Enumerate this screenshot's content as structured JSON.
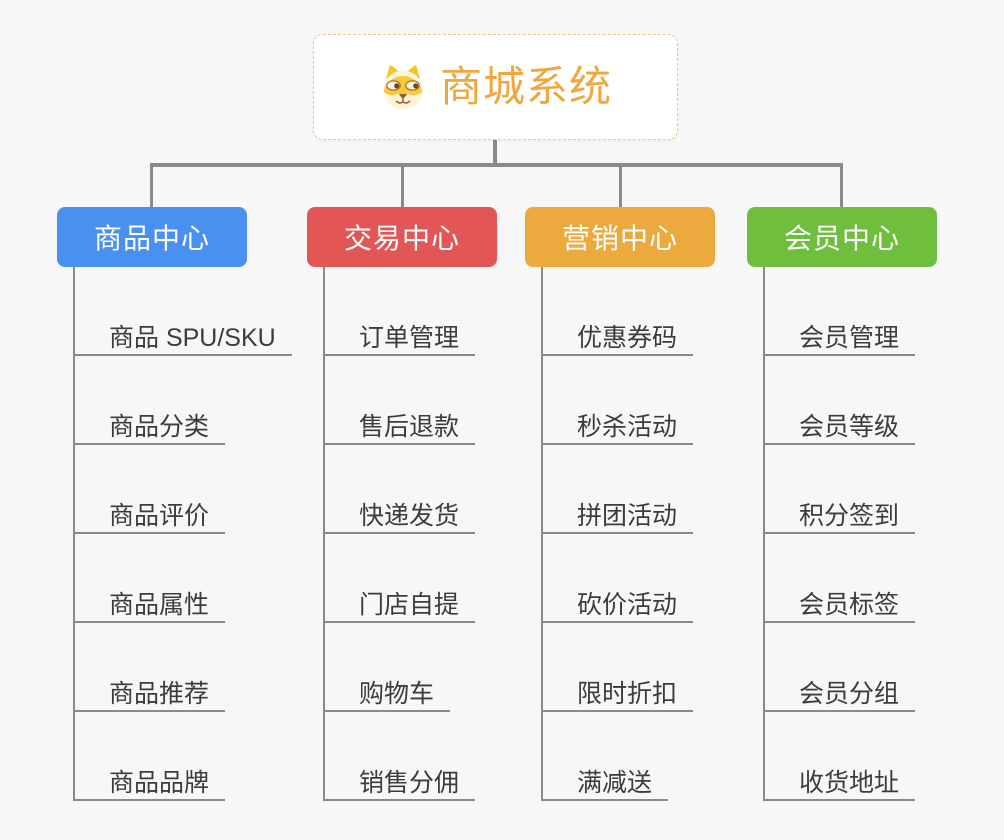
{
  "root": {
    "title": "商城系统",
    "icon": "doge-icon"
  },
  "branches": [
    {
      "label": "商品中心",
      "color": "#4A90F0",
      "items": [
        "商品 SPU/SKU",
        "商品分类",
        "商品评价",
        "商品属性",
        "商品推荐",
        "商品品牌"
      ]
    },
    {
      "label": "交易中心",
      "color": "#E25755",
      "items": [
        "订单管理",
        "售后退款",
        "快递发货",
        "门店自提",
        "购物车",
        "销售分佣"
      ]
    },
    {
      "label": "营销中心",
      "color": "#ECA93D",
      "items": [
        "优惠券码",
        "秒杀活动",
        "拼团活动",
        "砍价活动",
        "限时折扣",
        "满减送"
      ]
    },
    {
      "label": "会员中心",
      "color": "#6FBE3E",
      "items": [
        "会员管理",
        "会员等级",
        "积分签到",
        "会员标签",
        "会员分组",
        "收货地址"
      ]
    }
  ],
  "colors": {
    "canvas_background": "#F7F7F7",
    "connector": "#8A8A8A",
    "underline": "#8A8A8A",
    "root_border": "#F2C581",
    "root_text": "#EFA73E",
    "subtopic_text": "#3C3C3C"
  }
}
